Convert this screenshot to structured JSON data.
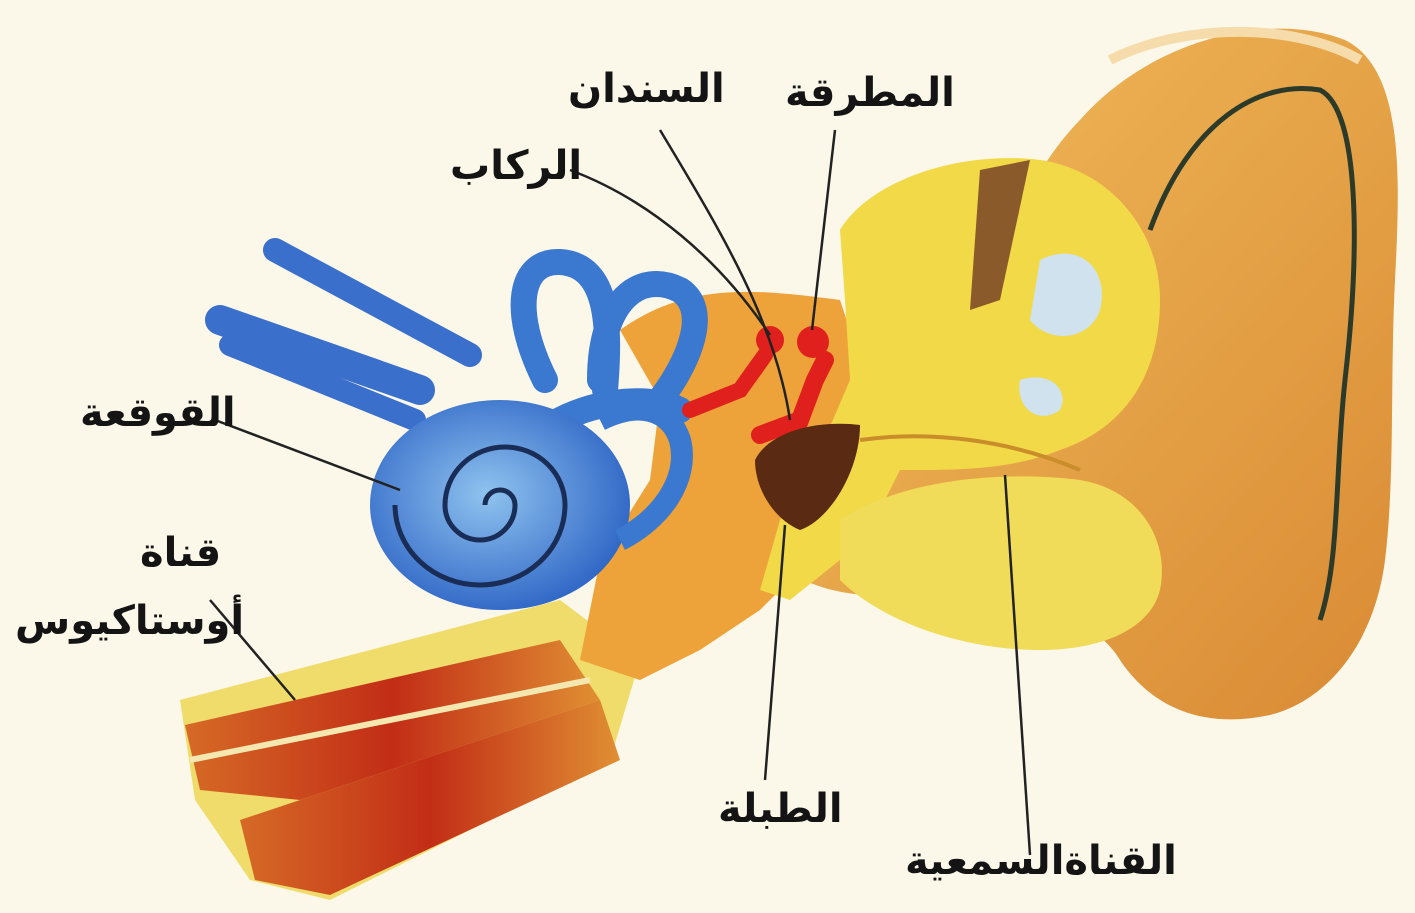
{
  "labels": {
    "hammer": "المطرقة",
    "anvil": "السندان",
    "stirrup": "الركاب",
    "cochlea": "القوقعة",
    "eustachian_line1": "قناة",
    "eustachian_line2": "أوستاكيوس",
    "eardrum": "الطبلة",
    "ear_canal": "القناةالسمعية"
  },
  "colors": {
    "background": "#fbf8ea",
    "outer_ear": "#e8a545",
    "canal": "#f1d94a",
    "inner_ear": "#3f7fd4",
    "ossicles": "#e0201c",
    "eardrum": "#5a2b12",
    "tube": "#c8361a",
    "leader_line": "#222222"
  }
}
